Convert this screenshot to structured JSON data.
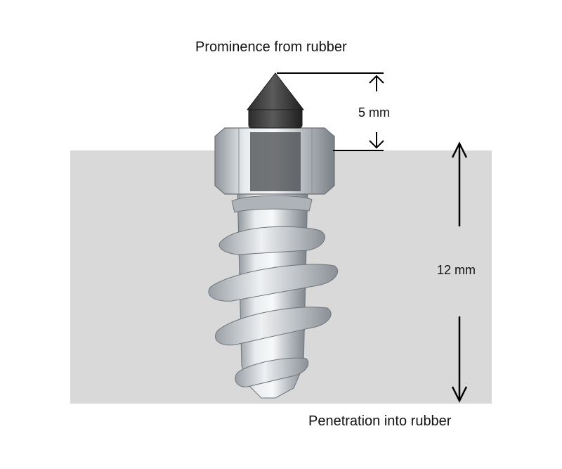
{
  "labels": {
    "prominence": "Prominence from rubber",
    "penetration": "Penetration into rubber",
    "prominence_value": "5 mm",
    "penetration_value": "12 mm"
  },
  "colors": {
    "rubber": "#d9d9d9",
    "dimension_lines": "#000000",
    "steel": "#c4c8cc",
    "carbide_tip": "#3a3a3a"
  },
  "icons": [
    "screw-stud-illustration",
    "arrow-up-icon",
    "arrow-down-icon"
  ]
}
